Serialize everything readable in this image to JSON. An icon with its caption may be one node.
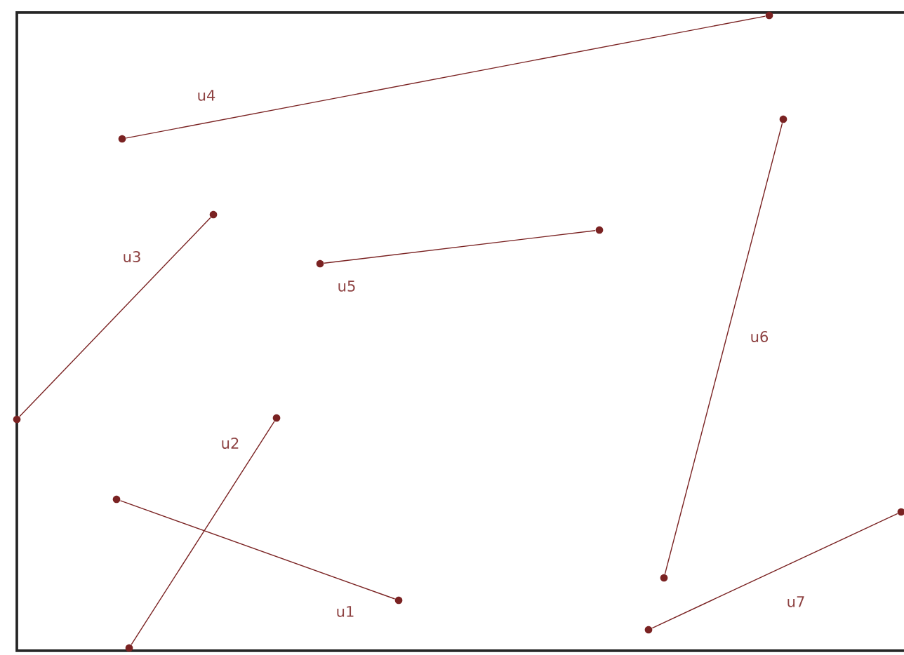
{
  "diagram": {
    "nodes": [
      {
        "text": [],
        "shape": "circle"
      },
      {
        "text": [],
        "shape": "circle"
      },
      {
        "text": [],
        "shape": "circle"
      },
      {
        "text": [],
        "shape": "circle"
      },
      {
        "text": [],
        "shape": "circle"
      },
      {
        "text": [],
        "shape": "circle"
      },
      {
        "text": [],
        "shape": "circle"
      },
      {
        "text": [],
        "shape": "circle"
      },
      {
        "text": [],
        "shape": "circle"
      },
      {
        "text": [],
        "shape": "circle"
      },
      {
        "text": [],
        "shape": "circle"
      },
      {
        "text": [],
        "shape": "circle"
      },
      {
        "text": [],
        "shape": "circle"
      },
      {
        "text": [],
        "shape": "circle"
      }
    ],
    "edges": [
      {
        "from": 0,
        "to": 1,
        "arrow": "none",
        "label": "u1"
      },
      {
        "from": 2,
        "to": 3,
        "arrow": "none",
        "label": "u2"
      },
      {
        "from": 4,
        "to": 5,
        "arrow": "none",
        "label": "u3"
      },
      {
        "from": 6,
        "to": 7,
        "arrow": "none",
        "label": "u4"
      },
      {
        "from": 8,
        "to": 9,
        "arrow": "none",
        "label": "u5"
      },
      {
        "from": 10,
        "to": 11,
        "arrow": "none",
        "label": "u6"
      },
      {
        "from": 12,
        "to": 13,
        "arrow": "none",
        "label": "u7"
      }
    ]
  }
}
